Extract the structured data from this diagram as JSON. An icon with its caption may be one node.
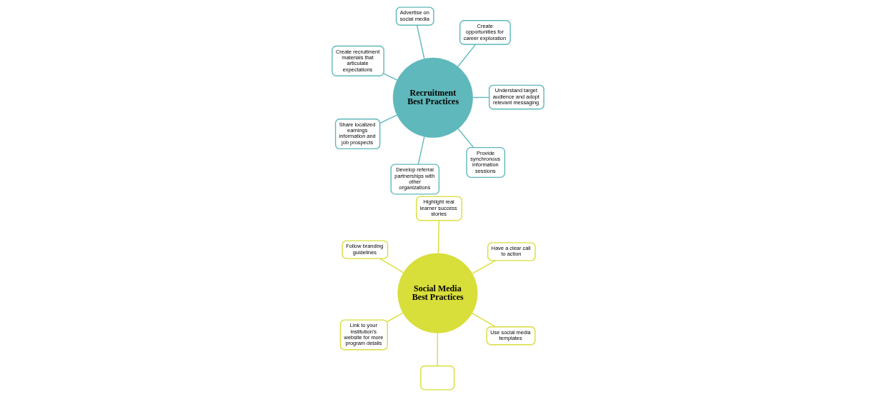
{
  "diagram": {
    "nodes": [
      {
        "text": [
          "Recruitment Best Practices"
        ]
      },
      {
        "text": [
          "Understand target audience and adopt relevant messaging"
        ]
      },
      {
        "text": [
          "Develop referral partnerships with other organizations"
        ]
      },
      {
        "text": [
          "Create recruitment materials that articulate expectations"
        ]
      },
      {
        "text": [
          "Create opportunities for career exploration"
        ]
      },
      {
        "text": [
          "Advertise on social media"
        ]
      },
      {
        "text": [
          "Share localized earnings information and job prospects"
        ]
      },
      {
        "text": [
          "Provide synchronous information sessions"
        ]
      },
      {
        "text": [
          "Social Media Best Practices"
        ]
      },
      {
        "text": [
          "Use social media templates"
        ]
      },
      {
        "text": [],
        "shape": "box"
      },
      {
        "text": [
          "Follow branding guidelines"
        ]
      },
      {
        "text": [
          "Have a clear call to action"
        ]
      },
      {
        "text": [
          "Highlight real learner success stories"
        ]
      },
      {
        "text": [
          "Link to your institution’s website for more program details"
        ]
      }
    ],
    "edges": [
      {
        "from": 0,
        "to": 1,
        "arrow": "none"
      },
      {
        "from": 0,
        "to": 2,
        "arrow": "none"
      },
      {
        "from": 0,
        "to": 3,
        "arrow": "none"
      },
      {
        "from": 0,
        "to": 4,
        "arrow": "none"
      },
      {
        "from": 0,
        "to": 5,
        "arrow": "none"
      },
      {
        "from": 0,
        "to": 6,
        "arrow": "none"
      },
      {
        "from": 0,
        "to": 7,
        "arrow": "none"
      },
      {
        "from": 8,
        "to": 9,
        "arrow": "none",
        "color": "#d8de3a"
      },
      {
        "from": 8,
        "to": 10,
        "arrow": "none",
        "color": "#d8de3a"
      },
      {
        "from": 8,
        "to": 11,
        "arrow": "none",
        "color": "#d8de3a"
      },
      {
        "from": 8,
        "to": 12,
        "arrow": "none",
        "color": "#d8de3a"
      },
      {
        "from": 8,
        "to": 13,
        "arrow": "none",
        "color": "#d8de3a"
      },
      {
        "from": 8,
        "to": 14,
        "arrow": "none",
        "color": "#d8de3a"
      }
    ]
  }
}
